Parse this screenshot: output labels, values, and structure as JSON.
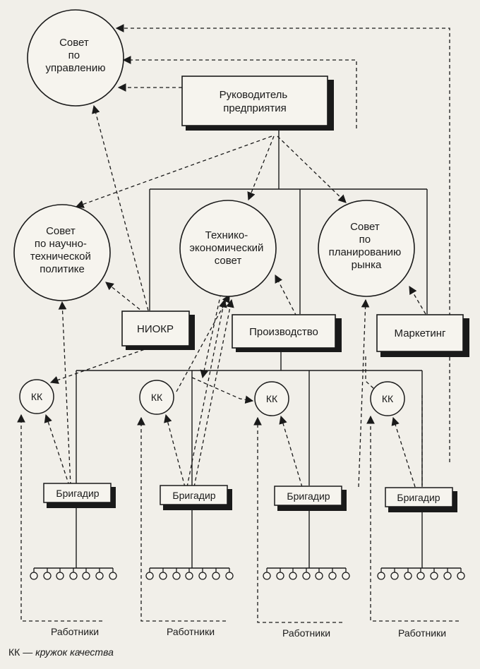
{
  "nodes": {
    "council_management": [
      "Совет",
      "по",
      "управлению"
    ],
    "director": [
      "Руководитель",
      "предприятия"
    ],
    "council_scitech": [
      "Совет",
      "по научно-",
      "технической",
      "политике"
    ],
    "council_techecon": [
      "Технико-",
      "экономический",
      "совет"
    ],
    "council_market": [
      "Совет",
      "по",
      "планированию",
      "рынка"
    ],
    "niokr": "НИОКР",
    "production": "Производство",
    "marketing": "Маркетинг",
    "qc_circle": "КК",
    "foreman": "Бригадир",
    "workers": "Работники"
  },
  "legend": {
    "abbr": "КК —",
    "meaning": "кружок качества"
  }
}
